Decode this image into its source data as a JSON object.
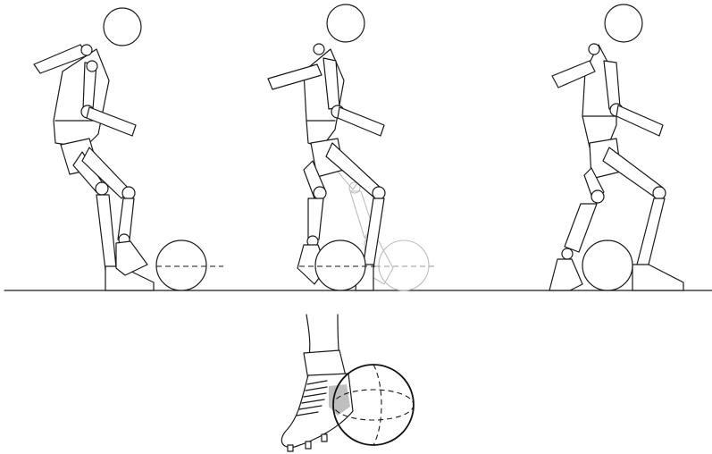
{
  "figure": {
    "panels": [
      {
        "id": "pose-1",
        "description_name": "figure-pose-1"
      },
      {
        "id": "pose-2",
        "description_name": "figure-pose-2"
      },
      {
        "id": "pose-3",
        "description_name": "figure-pose-3"
      }
    ],
    "detail": {
      "id": "boot-ball-detail"
    }
  },
  "colors": {
    "ink": "#1a1a1a",
    "ghost": "#bdbdbd",
    "cleat_shade": "#bfbfbf",
    "background": "#ffffff"
  }
}
